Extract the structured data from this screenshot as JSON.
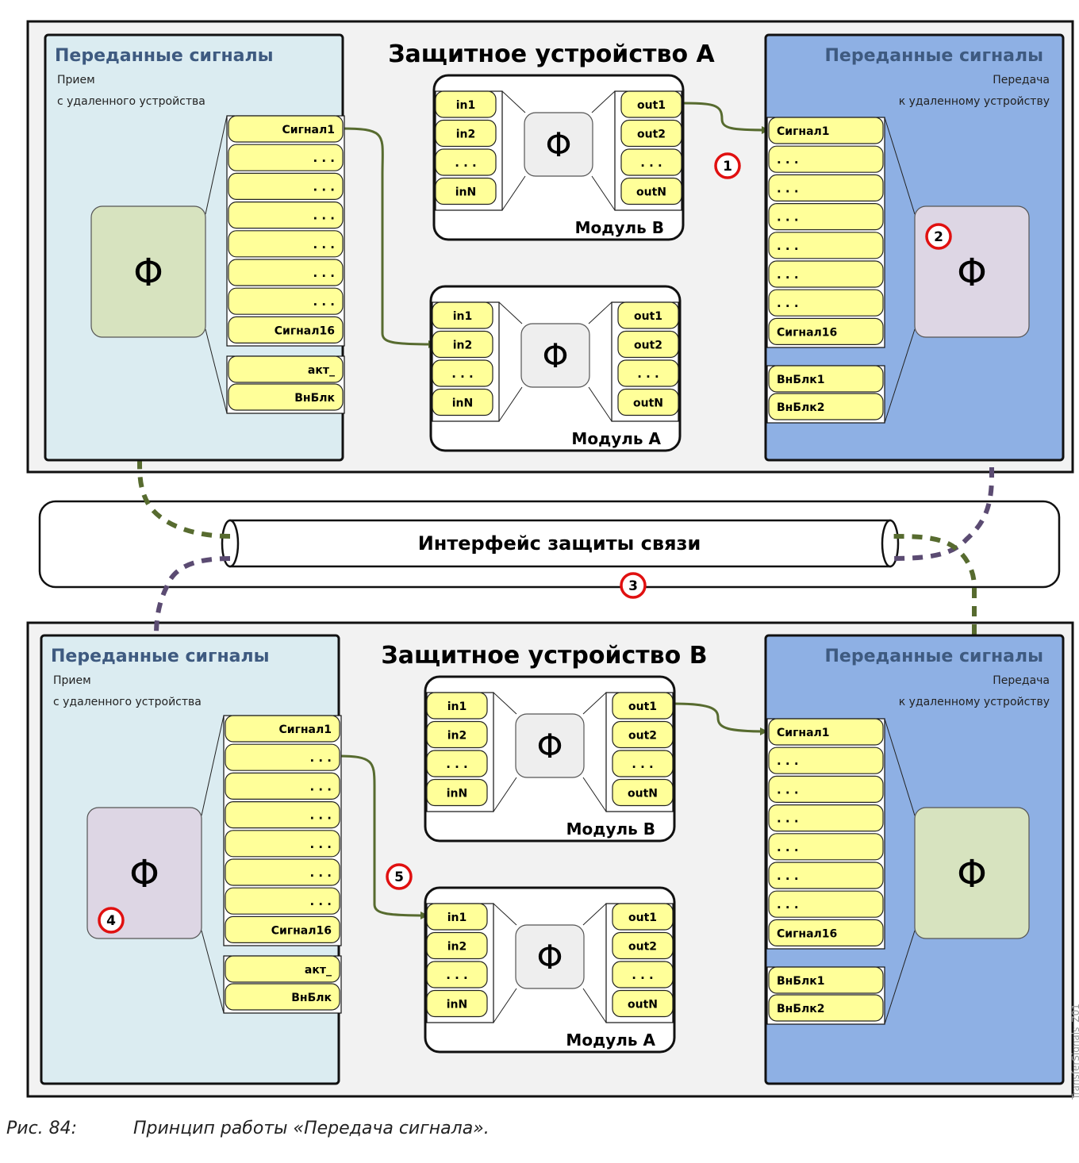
{
  "device_a": {
    "title": "Защитное устройство A",
    "rx": {
      "title": "Переданные сигналы",
      "sub1": "Прием",
      "sub2": "с удаленного устройства",
      "slots": [
        "Сигнал1",
        ". . .",
        ". . .",
        ". . .",
        ". . .",
        ". . .",
        ". . .",
        "Сигнал16"
      ],
      "extra": [
        "акт_",
        "ВнБлк"
      ],
      "phi": "Φ"
    },
    "tx": {
      "title": "Переданные сигналы",
      "sub1": "Передача",
      "sub2": "к удаленному устройству",
      "slots": [
        "Сигнал1",
        ". . .",
        ". . .",
        ". . .",
        ". . .",
        ". . .",
        ". . .",
        "Сигнал16"
      ],
      "extra": [
        "ВнБлк1",
        "ВнБлк2"
      ],
      "phi": "Φ"
    },
    "module_b": {
      "label": "Модуль B",
      "inputs": [
        "in1",
        "in2",
        ". . .",
        "inN"
      ],
      "outputs": [
        "out1",
        "out2",
        ". . .",
        "outN"
      ],
      "phi": "Φ"
    },
    "module_a": {
      "label": "Модуль A",
      "inputs": [
        "in1",
        "in2",
        ". . .",
        "inN"
      ],
      "outputs": [
        "out1",
        "out2",
        ". . .",
        "outN"
      ],
      "phi": "Φ"
    }
  },
  "device_b": {
    "title": "Защитное устройство B",
    "rx": {
      "title": "Переданные сигналы",
      "sub1": "Прием",
      "sub2": "с удаленного устройства",
      "slots": [
        "Сигнал1",
        ". . .",
        ". . .",
        ". . .",
        ". . .",
        ". . .",
        ". . .",
        "Сигнал16"
      ],
      "extra": [
        "акт_",
        "ВнБлк"
      ],
      "phi": "Φ"
    },
    "tx": {
      "title": "Переданные сигналы",
      "sub1": "Передача",
      "sub2": "к удаленному устройству",
      "slots": [
        "Сигнал1",
        ". . .",
        ". . .",
        ". . .",
        ". . .",
        ". . .",
        ". . .",
        "Сигнал16"
      ],
      "extra": [
        "ВнБлк1",
        "ВнБлк2"
      ],
      "phi": "Φ"
    },
    "module_b": {
      "label": "Модуль B",
      "inputs": [
        "in1",
        "in2",
        ". . .",
        "inN"
      ],
      "outputs": [
        "out1",
        "out2",
        ". . .",
        "outN"
      ],
      "phi": "Φ"
    },
    "module_a": {
      "label": "Модуль A",
      "inputs": [
        "in1",
        "in2",
        ". . .",
        "inN"
      ],
      "outputs": [
        "out1",
        "out2",
        ". . .",
        "outN"
      ],
      "phi": "Φ"
    }
  },
  "interface": {
    "label": "Интерфейс защиты связи"
  },
  "markers": [
    "1",
    "2",
    "3",
    "4",
    "5"
  ],
  "watermark": "TransferSignals_Z01",
  "caption": {
    "number": "Рис. 84:",
    "text": "Принцип работы «Передача сигнала»."
  },
  "colors": {
    "rx_panel": "#dbecf1",
    "tx_panel": "#8eb0e4",
    "device_bg": "#f2f2f2",
    "slot": "#ffff99",
    "phi_green": "#d7e3bf",
    "phi_purple": "#ddd6e4",
    "green_line": "#576b2f",
    "purple_line": "#5b4b72",
    "title_blue": "#3e5a80",
    "marker": "#e01010"
  }
}
